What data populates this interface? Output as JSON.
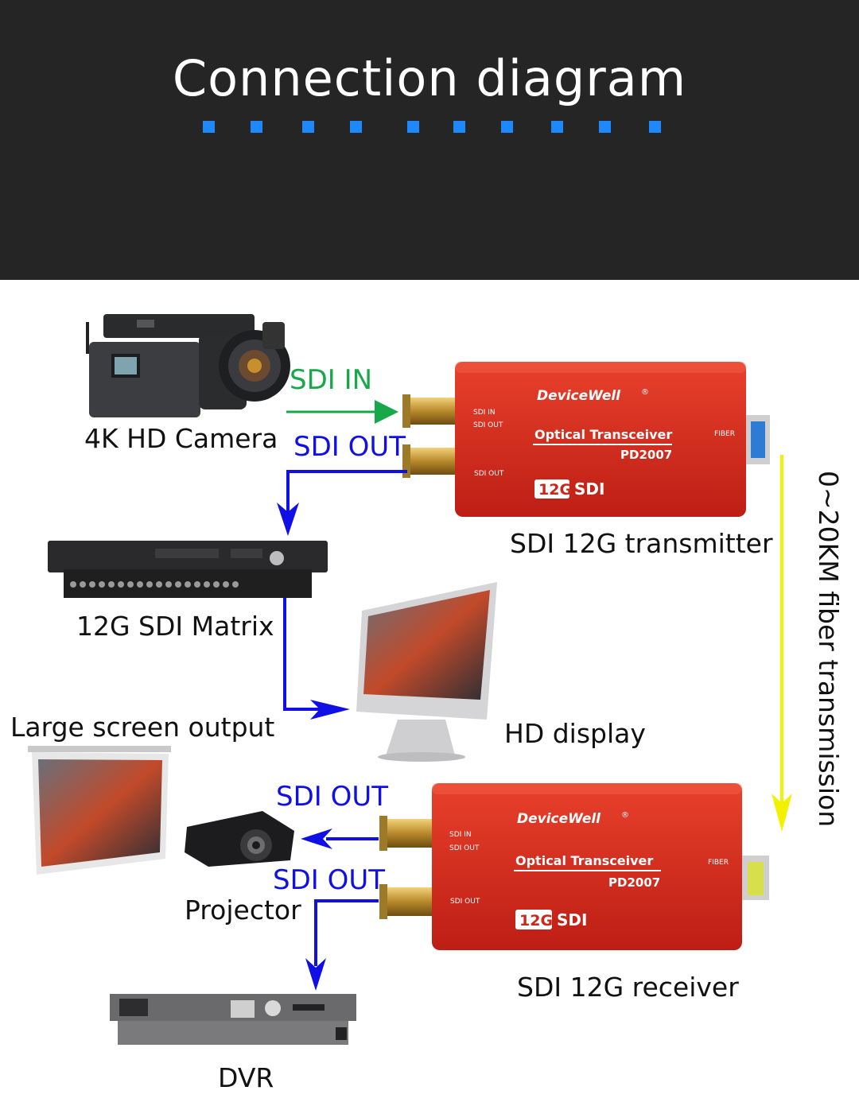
{
  "header": {
    "title": "Connection diagram",
    "accent_color": "#1e88ff",
    "background_color": "#252525"
  },
  "devices": {
    "camera": "4K HD Camera",
    "transmitter": "SDI 12G transmitter",
    "matrix": "12G SDI Matrix",
    "large_screen": "Large screen output",
    "hd_display": "HD display",
    "projector": "Projector",
    "receiver": "SDI 12G receiver",
    "dvr": "DVR"
  },
  "signals": {
    "sdi_in": "SDI IN",
    "sdi_out_camera": "SDI OUT",
    "sdi_out_projector": "SDI OUT",
    "sdi_out_dvr": "SDI OUT",
    "fiber": "0~20KM fiber transmission"
  },
  "transceiver": {
    "brand": "DeviceWell",
    "registered": "®",
    "name": "Optical Transceiver",
    "model": "PD2007",
    "badge": "12G",
    "badge_suffix": "SDI",
    "port_sdi_in": "SDI IN",
    "port_sdi_out": "SDI OUT",
    "port_fiber": "FIBER",
    "body_color": "#d42a1c"
  },
  "colors": {
    "sdi_in_arrow": "#17a84a",
    "sdi_out_arrow": "#1010e6",
    "fiber_arrow": "#f2f200"
  }
}
